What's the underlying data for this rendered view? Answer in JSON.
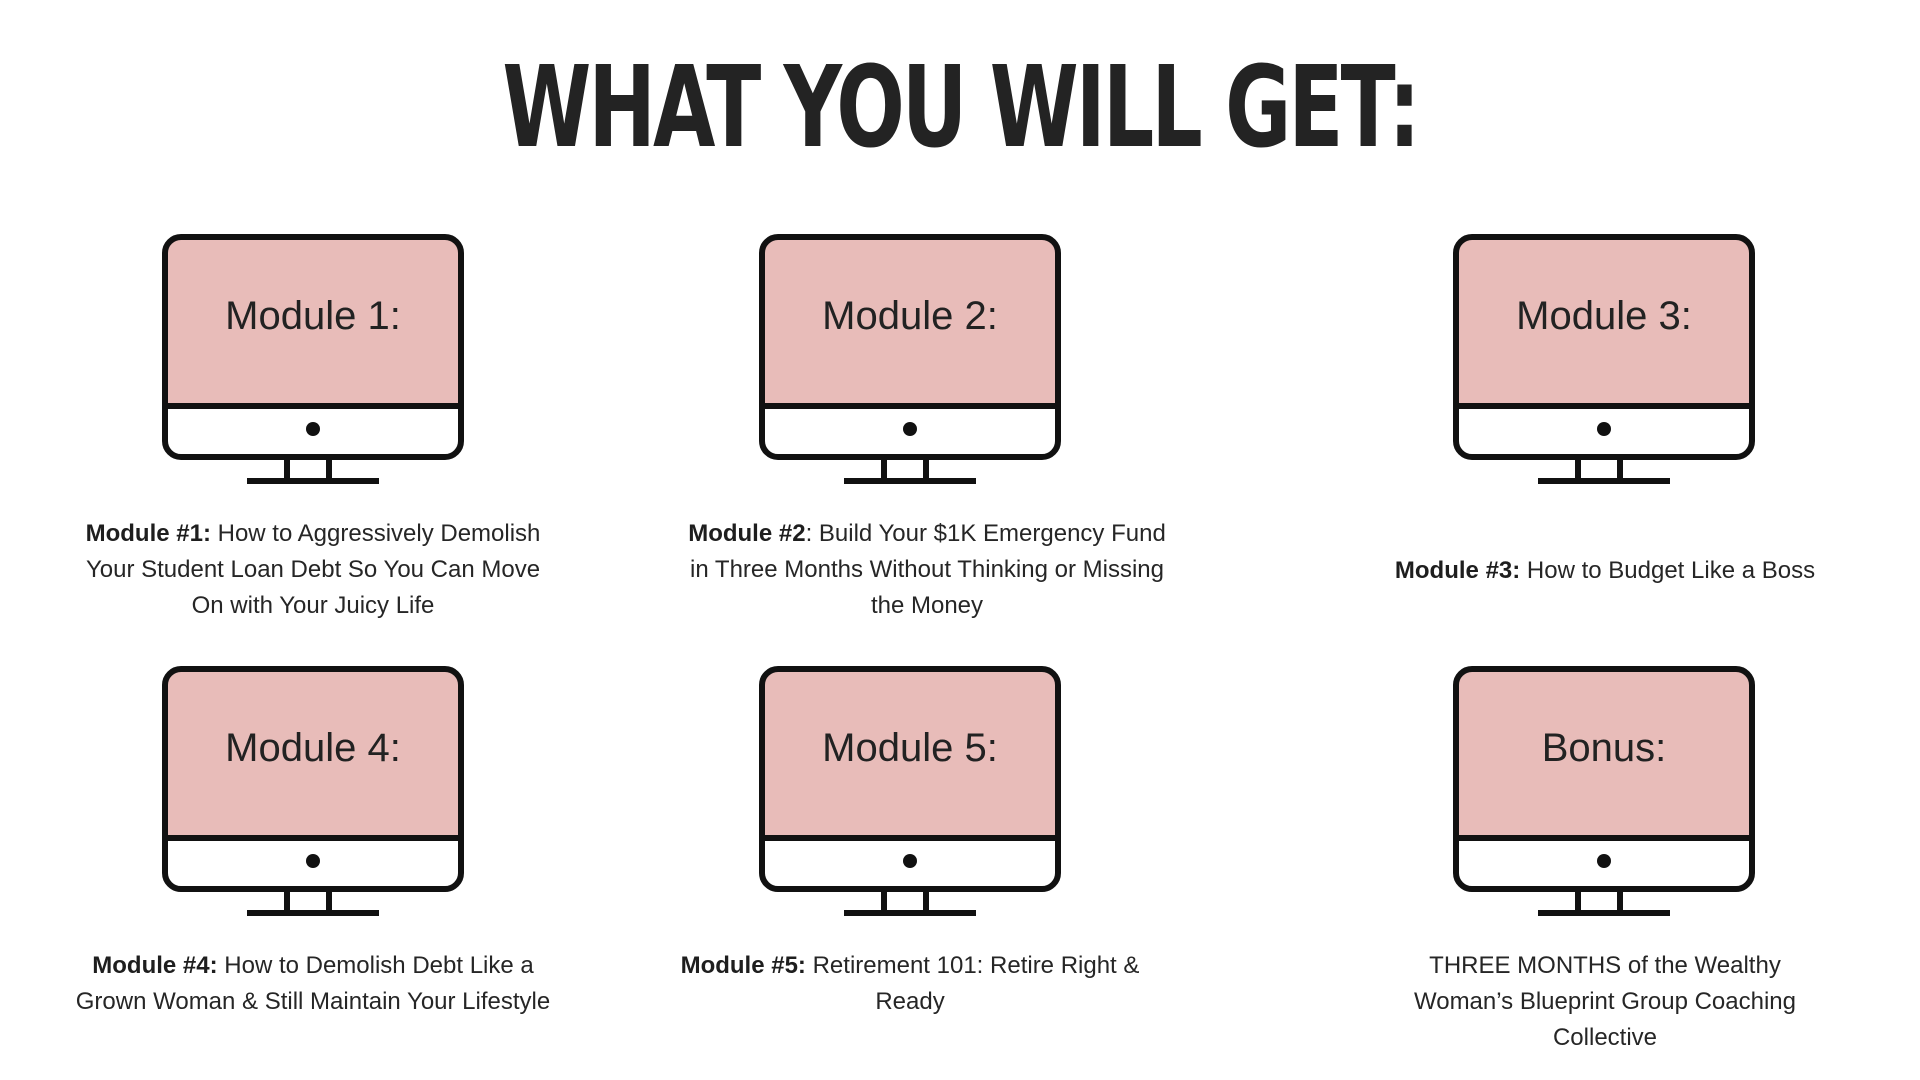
{
  "page": {
    "title": "WHAT YOU WILL GET:"
  },
  "theme": {
    "screen_color": "#e8bcb9",
    "outline_color": "#111111"
  },
  "cards": [
    {
      "screen_label": "Module 1:",
      "desc_bold": "Module #1:",
      "desc_text": " How to Aggressively Demolish Your Student Loan Debt So You Can Move On with Your Juicy Life"
    },
    {
      "screen_label": "Module 2:",
      "desc_bold": "Module #2",
      "desc_text": ": Build Your $1K Emergency Fund in Three Months Without Thinking or Missing the Money"
    },
    {
      "screen_label": "Module 3:",
      "desc_bold": "Module #3:",
      "desc_text": " How to Budget Like a Boss"
    },
    {
      "screen_label": "Module 4:",
      "desc_bold": "Module #4:",
      "desc_text": " How to Demolish Debt Like a Grown Woman & Still Maintain Your Lifestyle"
    },
    {
      "screen_label": "Module 5:",
      "desc_bold": "Module #5:",
      "desc_text": " Retirement 101: Retire Right & Ready"
    },
    {
      "screen_label": "Bonus:",
      "desc_bold": "",
      "desc_text": "THREE MONTHS of the Wealthy Woman’s Blueprint Group Coaching Collective"
    }
  ]
}
